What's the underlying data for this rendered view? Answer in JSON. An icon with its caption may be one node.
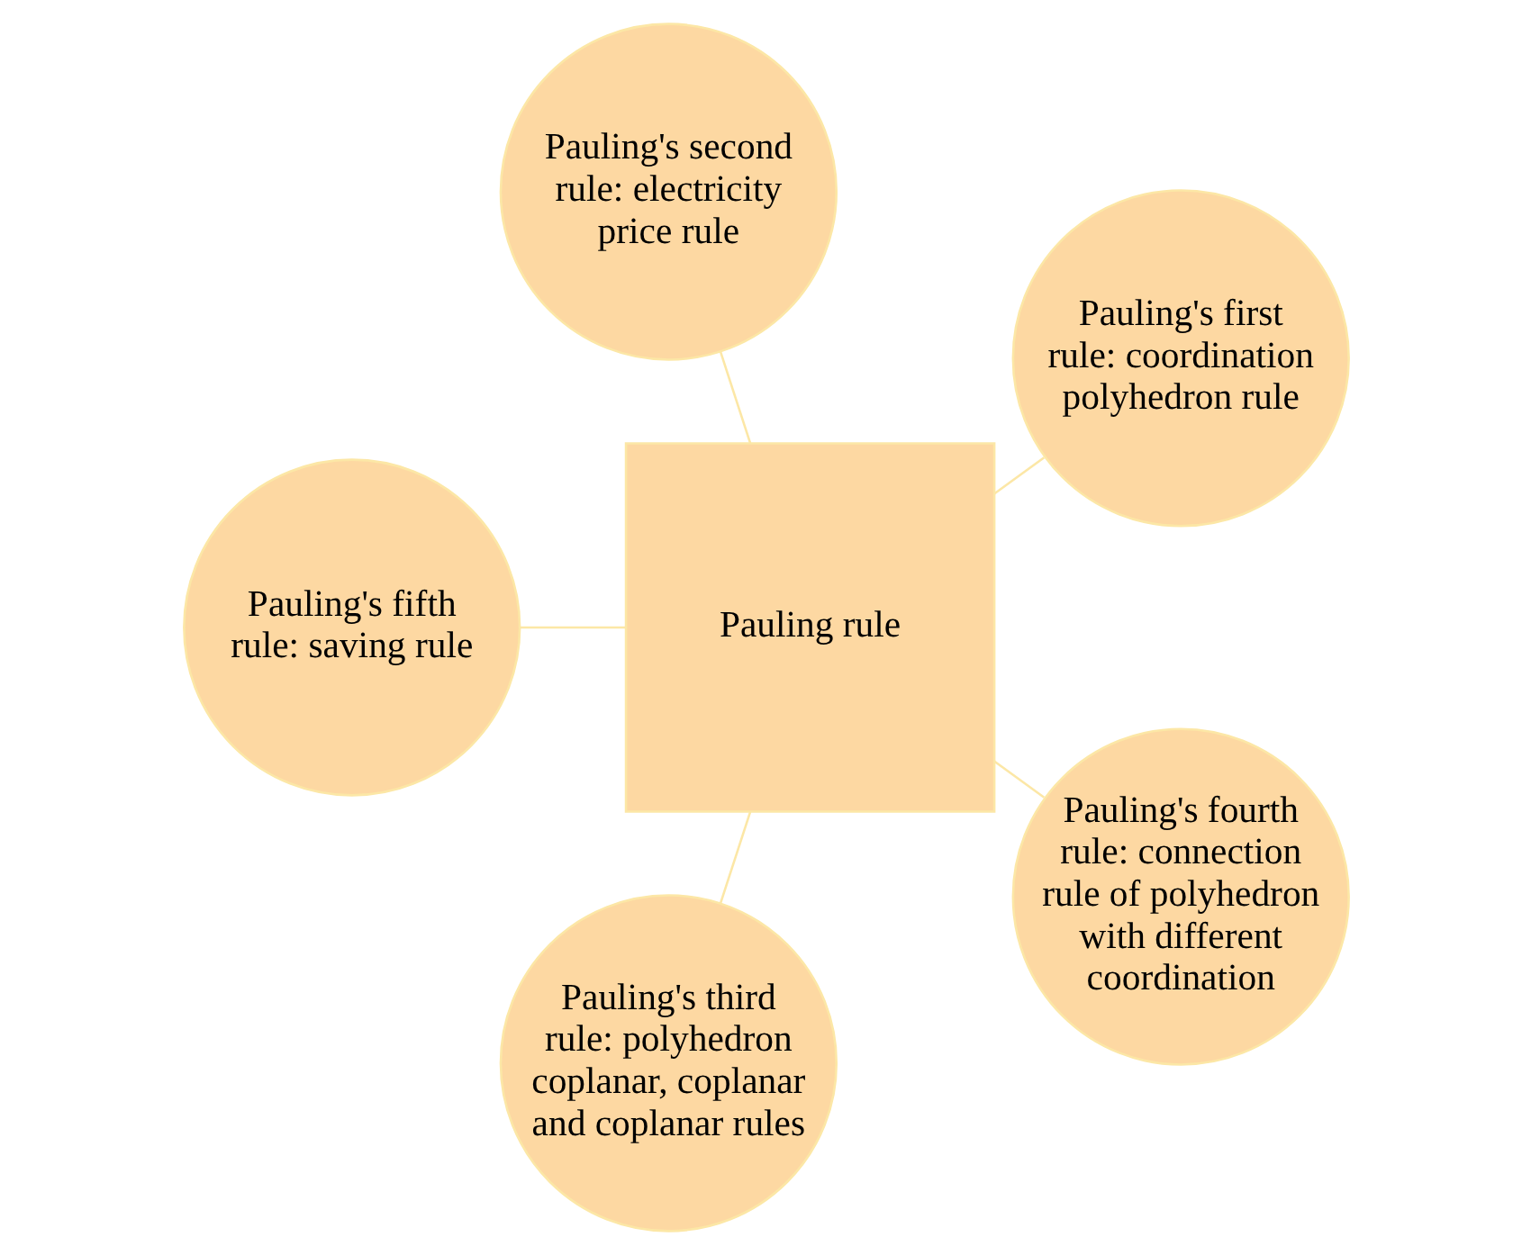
{
  "diagram": {
    "nodes": [
      {
        "text": [
          "Pauling's first rule: coordination polyhedron rule"
        ]
      },
      {
        "text": [
          "Pauling's second rule: electricity price rule"
        ]
      },
      {
        "text": [
          "Pauling's fifth rule: saving rule"
        ]
      },
      {
        "text": [
          "Pauling rule"
        ]
      },
      {
        "text": [
          "Pauling's third rule: polyhedron coplanar, coplanar and coplanar rules"
        ]
      },
      {
        "text": [
          "Pauling's fourth rule: connection rule of polyhedron with different coordination"
        ]
      }
    ],
    "edges": [
      {
        "from": 3,
        "to": 0,
        "arrow": "none"
      },
      {
        "from": 3,
        "to": 1,
        "arrow": "none"
      },
      {
        "from": 3,
        "to": 2,
        "arrow": "none"
      },
      {
        "from": 3,
        "to": 4,
        "arrow": "none"
      },
      {
        "from": 3,
        "to": 5,
        "arrow": "none"
      }
    ]
  }
}
